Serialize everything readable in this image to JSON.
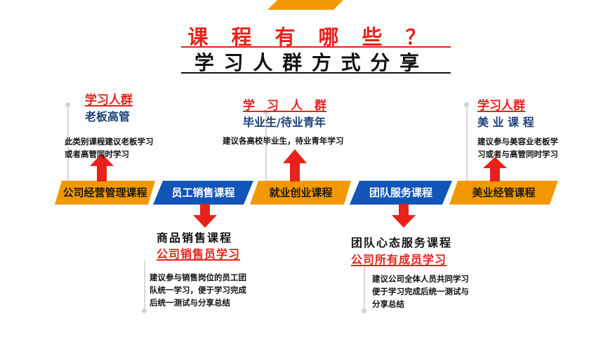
{
  "title": {
    "line1": "课　程　有　哪　些　？",
    "line2": "学 习 人 群 方 式 分 享"
  },
  "colors": {
    "red": "#e8211b",
    "orange": "#f39800",
    "blue": "#1155b8",
    "navy": "#1f3f77"
  },
  "courses": [
    {
      "label": "公司经营管理课程",
      "color": "orange"
    },
    {
      "label": "员工销售课程",
      "color": "blue"
    },
    {
      "label": "就业创业课程",
      "color": "orange"
    },
    {
      "label": "团队服务课程",
      "color": "blue"
    },
    {
      "label": "美业经管课程",
      "color": "orange"
    }
  ],
  "upper": [
    {
      "title": "学习人群",
      "subtitle": "老板高管",
      "desc": [
        "此类别课程建议老板学习",
        "或者高管同时学习"
      ]
    },
    {
      "title": "学　习　人　群",
      "subtitle": "毕业生/待业青年",
      "desc": [
        "建议各高校毕业生，待业青年学习"
      ]
    },
    {
      "title": "学习人群",
      "subtitle": "美 业 课 程",
      "desc": [
        "建议参与美容业老板学",
        "习或者与高管同时学习"
      ]
    }
  ],
  "lower": [
    {
      "title": "商品销售课程",
      "subtitle": "公司销售员学习",
      "desc": [
        "建议参与销售岗位的员工团",
        "队统一学习，便于学习完成",
        "后统一测试与分享总结"
      ]
    },
    {
      "title": "团队心态服务课程",
      "subtitle": "公司所有成员学习",
      "desc": [
        "建议公司全体人员共同学习",
        "便于学习完成后统一测试与",
        "分享总结"
      ]
    }
  ],
  "icons": {
    "up": "up-arrow-icon",
    "down": "down-arrow-icon"
  }
}
